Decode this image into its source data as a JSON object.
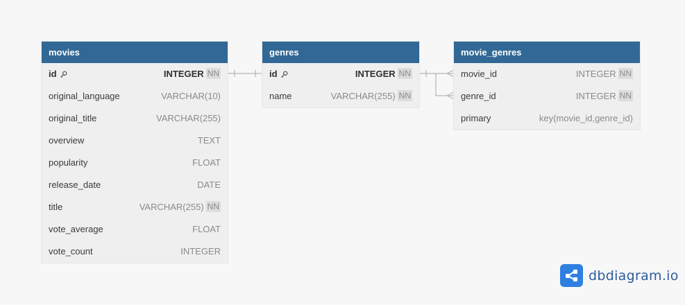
{
  "tables": [
    {
      "name": "movies",
      "columns": [
        {
          "name": "id",
          "type": "INTEGER",
          "nn": "NN",
          "pk": true
        },
        {
          "name": "original_language",
          "type": "VARCHAR(10)"
        },
        {
          "name": "original_title",
          "type": "VARCHAR(255)"
        },
        {
          "name": "overview",
          "type": "TEXT"
        },
        {
          "name": "popularity",
          "type": "FLOAT"
        },
        {
          "name": "release_date",
          "type": "DATE"
        },
        {
          "name": "title",
          "type": "VARCHAR(255)",
          "nn": "NN"
        },
        {
          "name": "vote_average",
          "type": "FLOAT"
        },
        {
          "name": "vote_count",
          "type": "INTEGER"
        }
      ]
    },
    {
      "name": "genres",
      "columns": [
        {
          "name": "id",
          "type": "INTEGER",
          "nn": "NN",
          "pk": true
        },
        {
          "name": "name",
          "type": "VARCHAR(255)",
          "nn": "NN"
        }
      ]
    },
    {
      "name": "movie_genres",
      "columns": [
        {
          "name": "movie_id",
          "type": "INTEGER",
          "nn": "NN"
        },
        {
          "name": "genre_id",
          "type": "INTEGER",
          "nn": "NN"
        },
        {
          "name": "primary",
          "type": "key(movie_id,genre_id)"
        }
      ]
    }
  ],
  "relationships": [
    {
      "from": "movies.id",
      "to": "genres.id",
      "type": "one-to-one"
    },
    {
      "from": "genres.id",
      "to": "movie_genres.movie_id",
      "type": "one-to-many"
    },
    {
      "from": "genres.id",
      "to": "movie_genres.genre_id",
      "type": "one-to-many"
    }
  ],
  "brand": {
    "name": "dbdiagram.io",
    "icon": "share-nodes-icon",
    "color": "#2f7fe0"
  },
  "colors": {
    "header": "#316896",
    "body": "#efefef",
    "connector": "#b5b5b5"
  }
}
